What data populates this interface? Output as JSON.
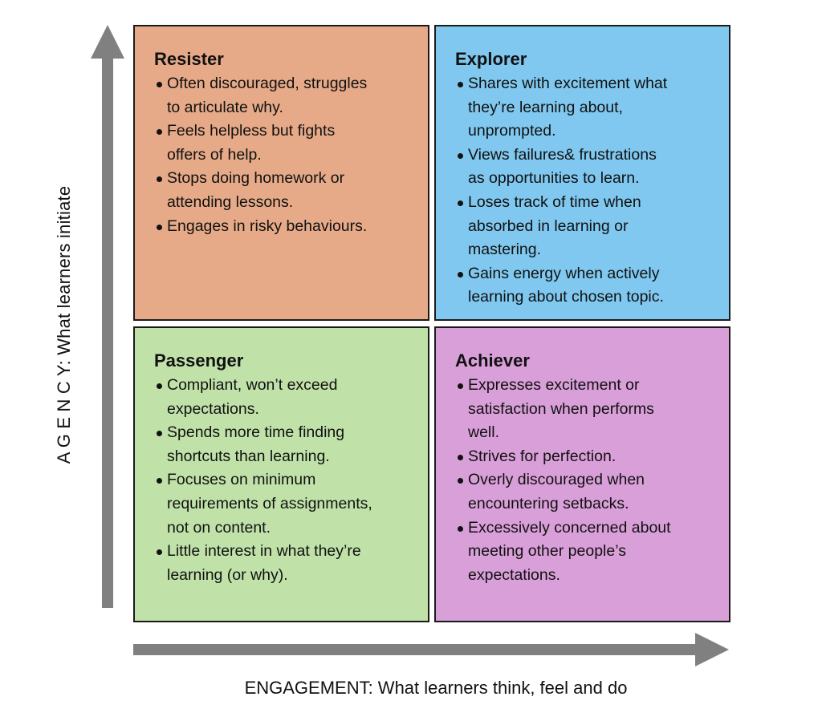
{
  "colors": {
    "resister": "#E6AA88",
    "explorer": "#80C8EF",
    "passenger": "#C0E2A9",
    "achiever": "#D99FD8",
    "arrow": "#808080"
  },
  "axes": {
    "y_label": "A G E N C Y: What learners initiate",
    "x_label": "ENGAGEMENT: What learners think, feel and do"
  },
  "quadrants": [
    {
      "key": "resister",
      "title": "Resister",
      "bullets": [
        [
          "Often discouraged, struggles",
          "to articulate why."
        ],
        [
          "Feels helpless but fights",
          "offers of help."
        ],
        [
          "Stops doing homework or",
          "attending lessons."
        ],
        [
          "Engages in risky behaviours."
        ]
      ]
    },
    {
      "key": "explorer",
      "title": "Explorer",
      "bullets": [
        [
          "Shares with excitement what",
          "they’re learning about,",
          "unprompted."
        ],
        [
          "Views failures& frustrations",
          "as opportunities to learn."
        ],
        [
          "Loses track of time when",
          "absorbed in learning or",
          "mastering."
        ],
        [
          "Gains energy when actively",
          "learning about chosen topic."
        ]
      ]
    },
    {
      "key": "passenger",
      "title": "Passenger",
      "bullets": [
        [
          "Compliant, won’t exceed",
          "expectations."
        ],
        [
          "Spends more time finding",
          "shortcuts than learning."
        ],
        [
          "Focuses on minimum",
          "requirements of assignments,",
          "not on content."
        ],
        [
          "Little interest in what they’re",
          "learning (or why)."
        ]
      ]
    },
    {
      "key": "achiever",
      "title": "Achiever",
      "bullets": [
        [
          "Expresses excitement or",
          "satisfaction when performs",
          "well."
        ],
        [
          "Strives for perfection."
        ],
        [
          "Overly discouraged when",
          "encountering setbacks."
        ],
        [
          "Excessively concerned about",
          "meeting other people’s",
          "expectations."
        ]
      ]
    }
  ]
}
